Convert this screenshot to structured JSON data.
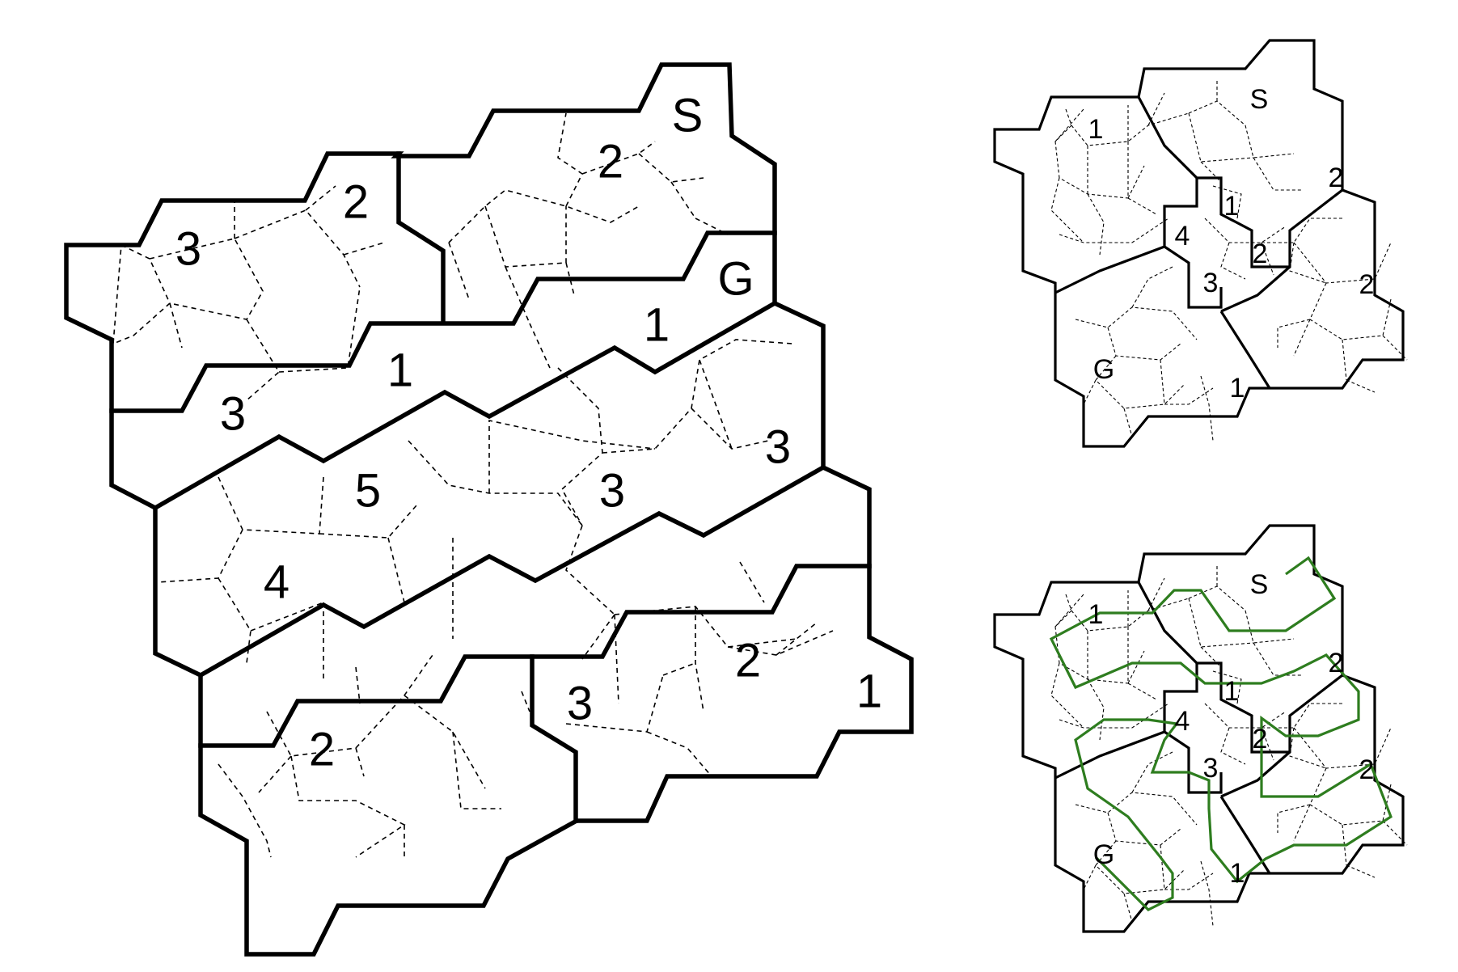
{
  "main_puzzle": {
    "labels": [
      {
        "text": "S"
      },
      {
        "text": "2"
      },
      {
        "text": "2"
      },
      {
        "text": "3"
      },
      {
        "text": "G"
      },
      {
        "text": "1"
      },
      {
        "text": "1"
      },
      {
        "text": "3"
      },
      {
        "text": "3"
      },
      {
        "text": "5"
      },
      {
        "text": "3"
      },
      {
        "text": "4"
      },
      {
        "text": "2"
      },
      {
        "text": "1"
      },
      {
        "text": "3"
      },
      {
        "text": "2"
      }
    ]
  },
  "example_puzzle": {
    "labels": [
      {
        "text": "1"
      },
      {
        "text": "S"
      },
      {
        "text": "2"
      },
      {
        "text": "1"
      },
      {
        "text": "4"
      },
      {
        "text": "2"
      },
      {
        "text": "3"
      },
      {
        "text": "2"
      },
      {
        "text": "G"
      },
      {
        "text": "1"
      }
    ]
  },
  "example_solution": {
    "labels": [
      {
        "text": "1"
      },
      {
        "text": "S"
      },
      {
        "text": "2"
      },
      {
        "text": "1"
      },
      {
        "text": "4"
      },
      {
        "text": "2"
      },
      {
        "text": "3"
      },
      {
        "text": "2"
      },
      {
        "text": "G"
      },
      {
        "text": "1"
      }
    ],
    "path_color": "#2e7d1f"
  }
}
